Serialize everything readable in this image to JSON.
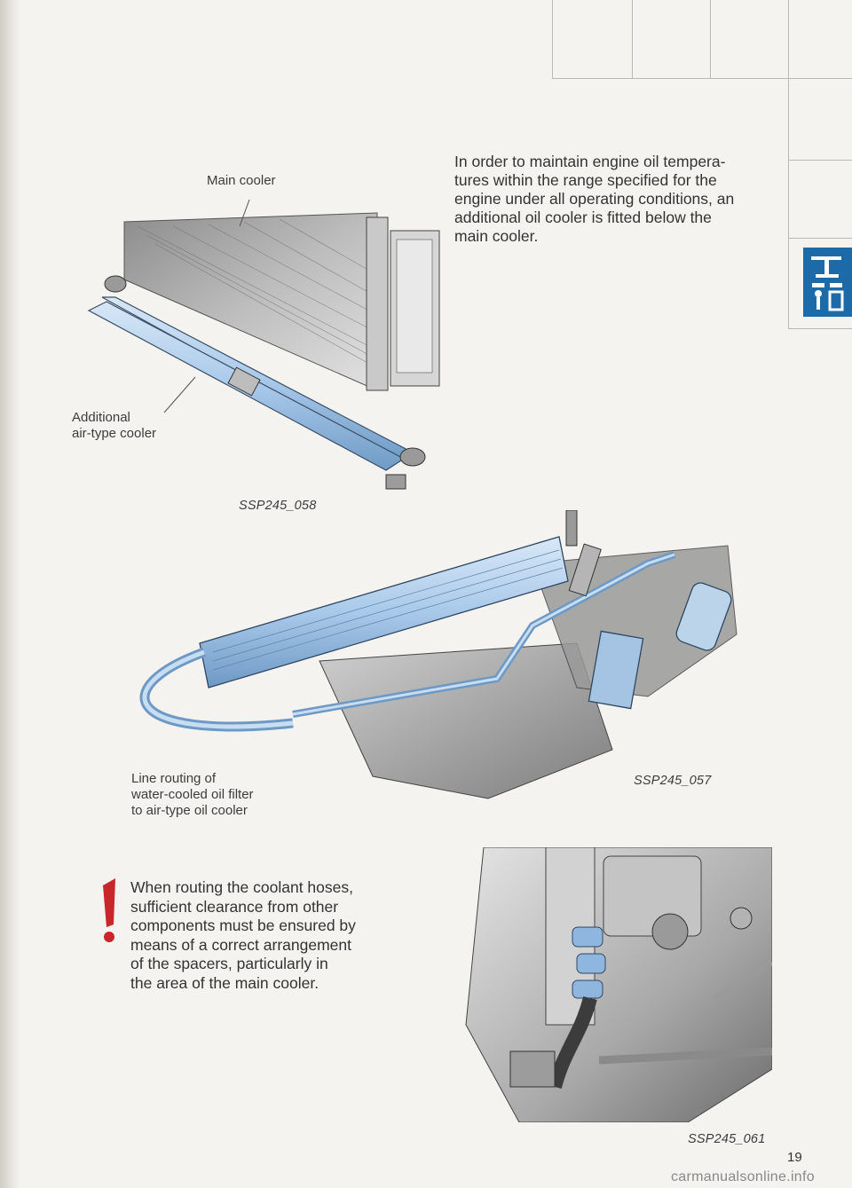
{
  "figure1": {
    "label_main": "Main cooler",
    "label_additional_1": "Additional",
    "label_additional_2": "air-type cooler",
    "caption": "SSP245_058"
  },
  "intro_paragraph": [
    "In order to maintain engine oil tempera-",
    "tures within the range specified for the",
    "engine under all operating conditions, an",
    "additional oil cooler is fitted below the",
    "main cooler."
  ],
  "figure2": {
    "label_1": "Line routing of",
    "label_2": "water-cooled oil filter",
    "label_3": "to air-type oil cooler",
    "caption": "SSP245_057"
  },
  "warning": [
    "When routing the coolant hoses,",
    "sufficient clearance from other",
    "components must be ensured by",
    "means of a correct arrangement",
    "of the spacers, particularly in",
    "the area of the main cooler."
  ],
  "figure3": {
    "caption": "SSP245_061"
  },
  "page_number": "19",
  "footer": "carmanualsonline.info",
  "colors": {
    "accent_blue": "#1d6aa8",
    "cooler_blue": "#a9c9ea",
    "warning_red": "#c8262b"
  }
}
